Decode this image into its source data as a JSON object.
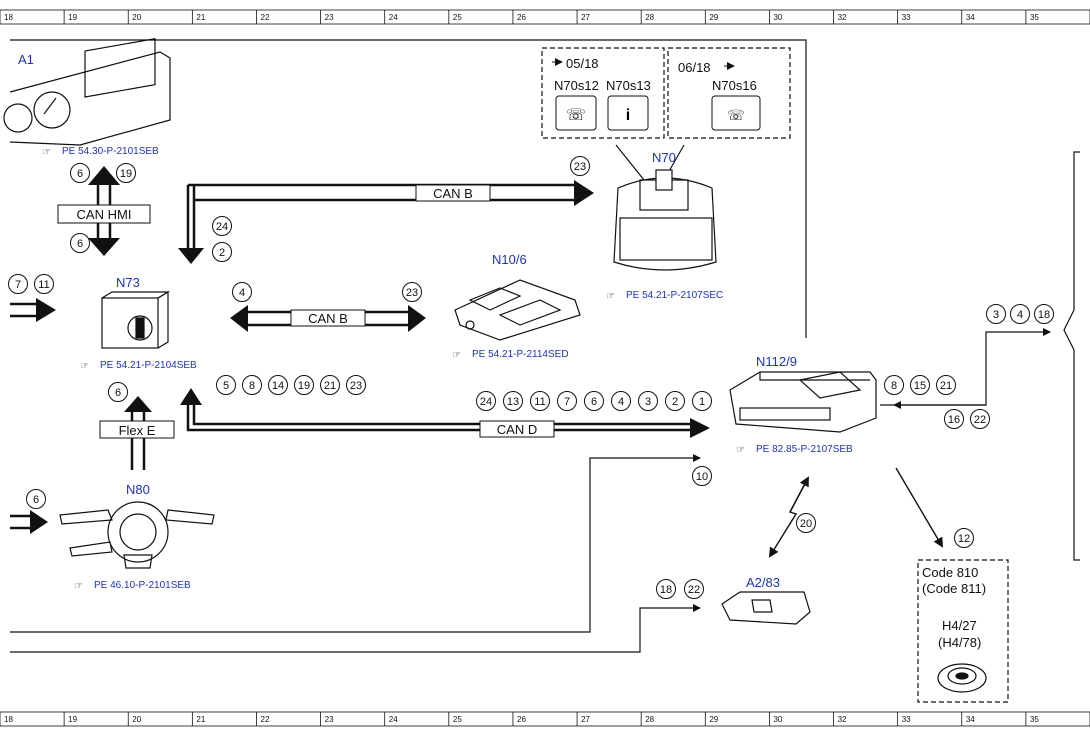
{
  "ruler_top": [
    "18",
    "19",
    "20",
    "21",
    "22",
    "23",
    "24",
    "25",
    "26",
    "27",
    "28",
    "29",
    "30",
    "32",
    "33",
    "34",
    "35"
  ],
  "ruler_bottom": [
    "18",
    "19",
    "20",
    "21",
    "22",
    "23",
    "24",
    "25",
    "26",
    "27",
    "28",
    "29",
    "30",
    "32",
    "33",
    "34",
    "35"
  ],
  "components": {
    "a1": {
      "name": "A1",
      "ref": "PE 54.30-P-2101SEB"
    },
    "n73": {
      "name": "N73",
      "ref": "PE 54.21-P-2104SEB"
    },
    "n80": {
      "name": "N80",
      "ref": "PE 46.10-P-2101SEB"
    },
    "n10_6": {
      "name": "N10/6",
      "ref": "PE 54.21-P-2114SED"
    },
    "n70": {
      "name": "N70",
      "ref": "PE 54.21-P-2107SEC"
    },
    "n112_9": {
      "name": "N112/9",
      "ref": "PE 82.85-P-2107SEB"
    },
    "a2_83": {
      "name": "A2/83"
    }
  },
  "switch_boxes": {
    "left": {
      "date": "05/18",
      "switch1": "N70s12",
      "switch2": "N70s13"
    },
    "right": {
      "date": "06/18",
      "switch1": "N70s16"
    }
  },
  "code_box": {
    "code1": "Code 810",
    "code2": "(Code 811)",
    "part1": "H4/27",
    "part2": "(H4/78)"
  },
  "buses": {
    "can_hmi": "CAN HMI",
    "can_b_top": "CAN B",
    "can_b_mid": "CAN B",
    "can_d": "CAN D",
    "flex_e": "Flex E"
  },
  "circles": {
    "a1_up": "6",
    "a1_up2": "19",
    "a1_dn": "6",
    "left_7": "7",
    "left_11": "11",
    "canb_24": "24",
    "canb_2": "2",
    "canb_23": "23",
    "mid_4": "4",
    "mid_23": "23",
    "n73_6": "6",
    "n73_row": [
      "5",
      "8",
      "14",
      "19",
      "21",
      "23"
    ],
    "cand_row": [
      "24",
      "13",
      "11",
      "7",
      "6",
      "4",
      "3",
      "2",
      "1"
    ],
    "n80_6": "6",
    "c10": "10",
    "c20": "20",
    "c18": "18",
    "c22": "22",
    "c12": "12",
    "right_row1": [
      "8",
      "15",
      "21"
    ],
    "right_row2": [
      "16",
      "22"
    ],
    "far_right": [
      "3",
      "4",
      "18"
    ]
  }
}
